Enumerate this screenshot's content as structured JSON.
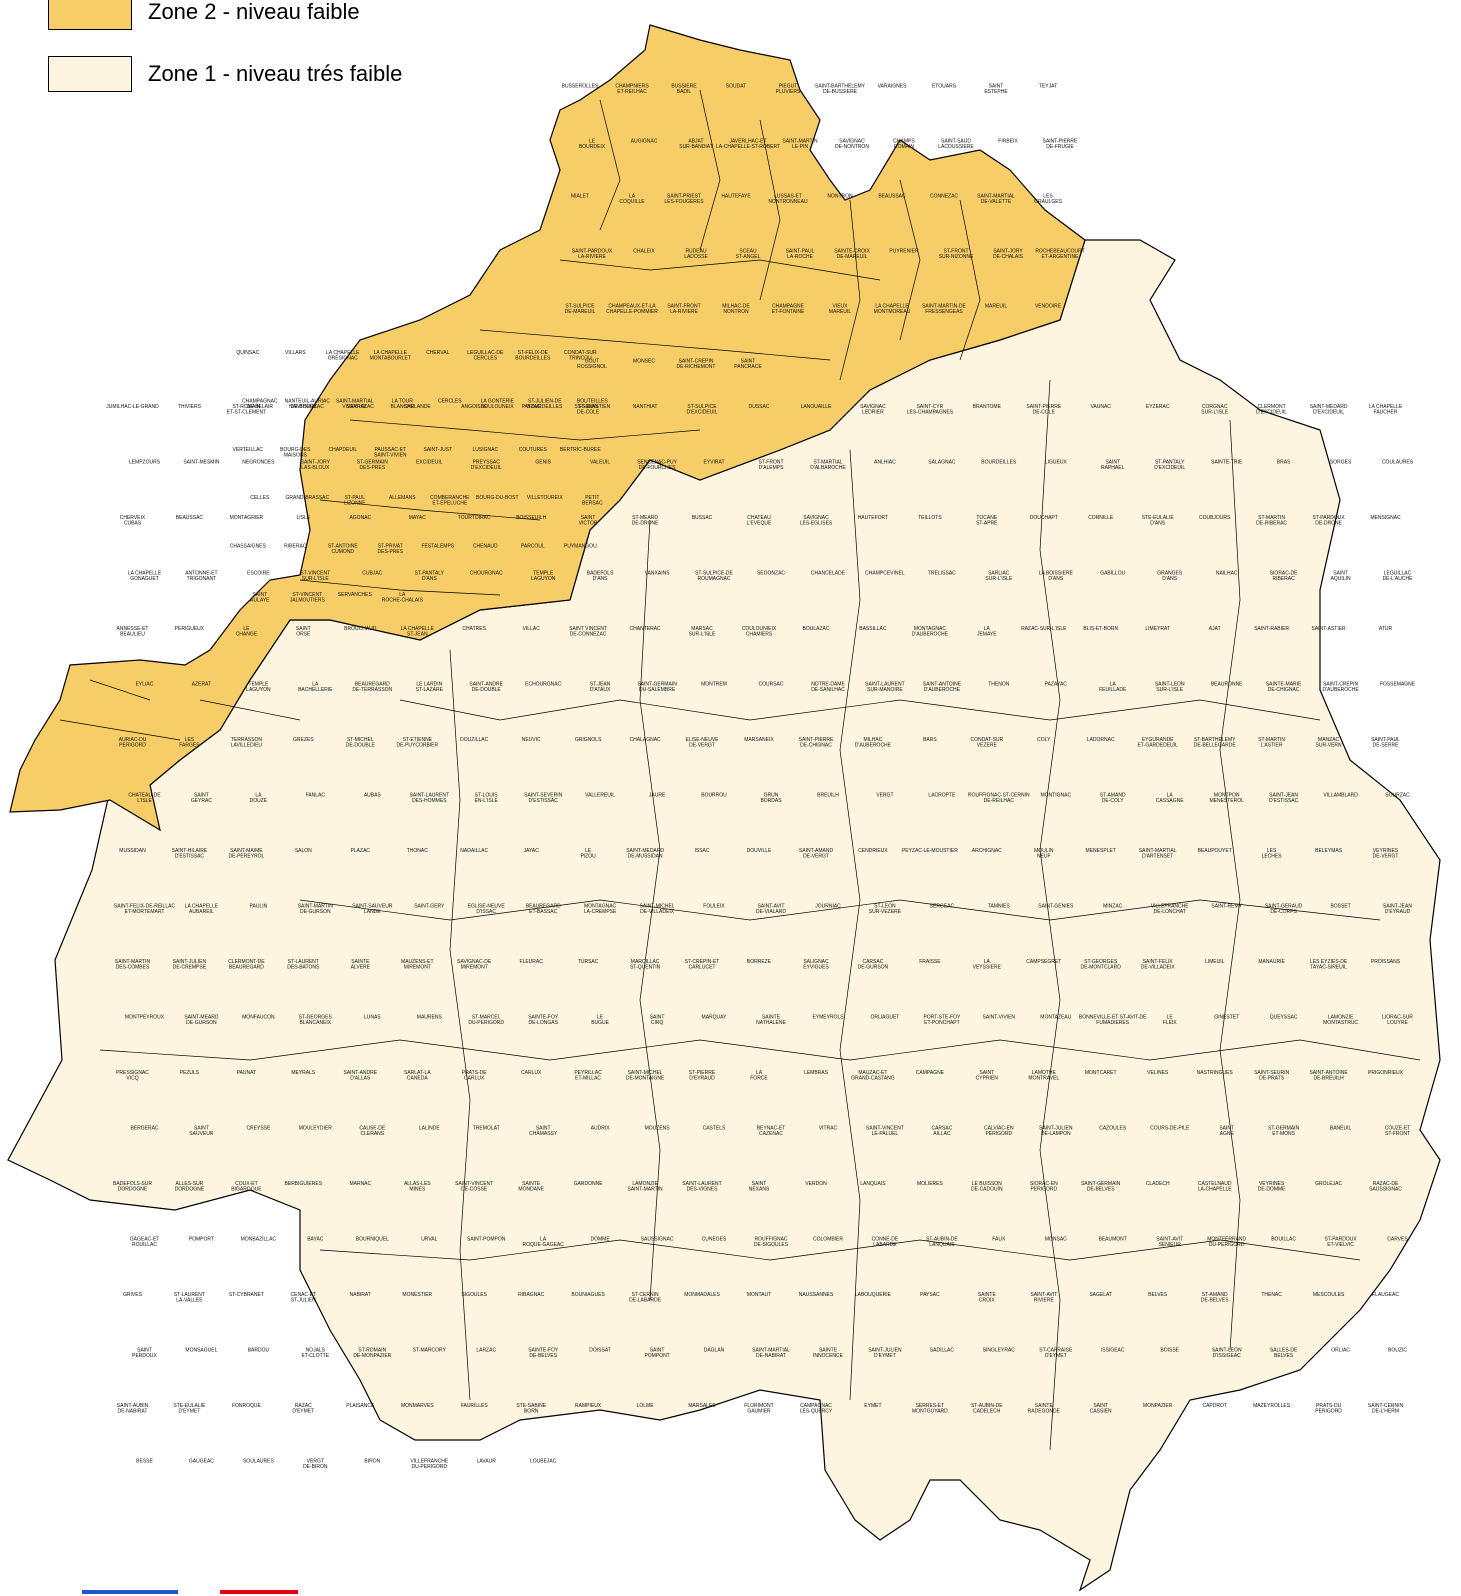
{
  "legend": {
    "items": [
      {
        "label": "Zone 2 - niveau faible",
        "color": "#f7cd67"
      },
      {
        "label": "Zone 1 - niveau trés faible",
        "color": "#fdf5df"
      }
    ]
  },
  "colors": {
    "zone2": "#f7cd67",
    "zone1": "#fdf5df",
    "border": "#000000",
    "flag_blue": "#1f57c7",
    "flag_red": "#e1000f"
  },
  "map": {
    "zone2_communes": [
      "BUSSEROLLES",
      "CHAMPNIERS ET-REILHAC",
      "BUSSIERE BADIL",
      "SOUDAT",
      "PIEGUT PLUVIERS",
      "SAINT-BARTHELEMY DE-BUSSIERE",
      "VARAIGNES",
      "ETOUARS",
      "SAINT ESTEPHE",
      "TEYJAT",
      "LE BOURDEIX",
      "AUGIGNAC",
      "ABJAT SUR-BANDIAT",
      "JAVERLHAC-ET LA-CHAPELLE-ST-ROBERT",
      "SAINT-MARTIN LE-PIN",
      "SAVIGNAC DE-NONTRON",
      "CHAMPS ROMAIN",
      "SAINT-SAUD LACOUSSIERE",
      "FIRBEIX",
      "SAINT-PIERRE DE-FRUGIE",
      "MIALET",
      "LA COQUILLE",
      "SAINT-PRIEST LES-FOUGERES",
      "HAUTEFAYE",
      "LUSSAS-ET NONTRONNEAU",
      "NONTRON",
      "BEAUSSAC",
      "CONNEZAC",
      "SAINT-MARTIAL DE-VALETTE",
      "LES GRAULGES",
      "SAINT-PARDOUX LA-RIVIERE",
      "CHALEIX",
      "RUDEAU LADOSSE",
      "SCEAU ST-ANGEL",
      "SAINT-PAUL LA-ROCHE",
      "SAINTE-CROIX DE-MAREUIL",
      "PUYRENIER",
      "ST-FRONT SUR-NIZONNE",
      "SAINT-JORY DE-CHALAIS",
      "ROCHEBEAUCOURT ET-ARGENTINE",
      "ST-SULPICE DE-MAREUIL",
      "CHAMPEAUX-ET-LA CHAPELLE-POMMIER",
      "SAINT-FRONT LA-RIVIERE",
      "MILHAC-DE NONTRON",
      "CHAMPAGNE ET-FONTAINE",
      "VIEUX MAREUIL",
      "LA CHAPELLE MONTMOREAU",
      "SAINT-MARTIN-DE FRESSENGEAS",
      "MAREUIL",
      "VENDOIRE",
      "GOUT ROSSIGNOL",
      "MONSEC",
      "SAINT-CREPIN DE-RICHEMONT",
      "SAINT PANCRACE",
      "QUINSAC",
      "VILLARS",
      "LA CHAPELLE GRESIGNAC",
      "LA CHAPELLE MONTABOURLET",
      "CHERVAL",
      "LEGUILLAC-DE CERCLES",
      "ST-FELIX-DE BOURDEILLES",
      "CONDAT-SUR TRINCOU",
      "CHAMPAGNAC DE-BELAIR",
      "NANTEUIL-AURIAC DE-BOURZAC",
      "SAINT-MARTIAL VIVEYROL",
      "LA TOUR BLANCHE",
      "CERCLES",
      "LA GONTERIE BOULOUNEIX",
      "ST-JULIEN-DE BOURDEILLES",
      "BOUTEILLES ST-SEBASTIEN",
      "VERTEILLAC",
      "BOURG-DES MAISONS",
      "CHAPDEUIL",
      "PAUSSAC-ET SAINT-VIVIEN",
      "SAINT-JUST",
      "LUSIGNAC",
      "COUTURES",
      "BERTRIC-BUREE",
      "CELLES",
      "GRAND-BRASSAC",
      "ST-PAUL LIZONNE",
      "ALLEMANS",
      "COMBERANCHE ET-EPELUCHE",
      "BOURG-DU-BOST",
      "VILLETOUREIX",
      "PETIT BERSAC",
      "CHASSAIGNES",
      "RIBERAC",
      "ST-ANTOINE CUMOND",
      "ST-PRIVAT DES-PRES",
      "FESTALEMPS",
      "CHENAUD",
      "PARCOUL",
      "PUYMANGOU",
      "SAINT AULAYE",
      "ST-VINCENT JALMOUTIERS",
      "SERVANCHES",
      "LA ROCHE-CHALAIS"
    ],
    "zone1_communes": [
      "JUMILHAC-LE-GRAND",
      "THIVIERS",
      "ST-ROMAIN ET-ST-CLEMENT",
      "NANTHEUIL",
      "SARRAZAC",
      "SARLANDE",
      "ANGOISSE",
      "PAYZAC",
      "ST-JEAN DE-COLE",
      "NANTHIAT",
      "ST-SULPICE D'EXCIDEUIL",
      "DUSSAC",
      "LANOUAILLE",
      "SAVIGNAC LEDRIER",
      "SAINT-CYR LES-CHAMPAGNES",
      "BRANTOME",
      "SAINT-PIERRE DE-COLE",
      "VAUNAC",
      "EYZERAC",
      "CORGNAC SUR-L'ISLE",
      "CLERMONT D'EXCIDEUIL",
      "SAINT-MEDARD D'EXCIDEUIL",
      "LA CHAPELLE FAUCHER",
      "LEMPZOURS",
      "SAINT-MESMIN",
      "NEGRONDES",
      "SAINT-JORY LAS-BLOUX",
      "ST-GERMAIN DES-PRES",
      "EXCIDEUIL",
      "PREYSSAC D'EXCIDEUIL",
      "GENIS",
      "VALEUIL",
      "SENCENAC-PUY DE-FOURCHES",
      "EYVIRAT",
      "ST-FRONT D'ALEMPS",
      "ST-MARTIAL D'ALBAROCHE",
      "ANLHIAC",
      "SALAGNAC",
      "BOURDEILLES",
      "LIGUEUX",
      "SAINT RAPHAEL",
      "ST-PANTALY D'EXCIDEUIL",
      "SAINTE-TRIE",
      "BRAS",
      "SORGES",
      "COULAURES",
      "CHERVEIX CUBAS",
      "BEAUSSAC",
      "MONTAGRIER",
      "LISLE",
      "AGONAC",
      "MAYAC",
      "TOURTOIRAC",
      "BOISSEUILH",
      "SAINT VICTOR",
      "ST-MEARD DE-DRONE",
      "BUSSAC",
      "CHATEAU L'EVEQUE",
      "SAVIGNAC LES-EGLISES",
      "HAUTEFORT",
      "TEILLOTS",
      "TOCANE ST-APRE",
      "DOUCHAPT",
      "CORNILLE",
      "STE-EULALIE D'ANS",
      "COUBJOURS",
      "ST-MARTIN DE-RIBERAC",
      "ST-PARDOUX DE-DRONE",
      "MENSIGNAC",
      "LA CHAPELLE GONAGUET",
      "ANTONNE-ET TRIGONANT",
      "ESCOIRE",
      "ST-VINCENT SUR-L'ISLE",
      "CUBJAC",
      "ST-PANTALY D'ANS",
      "CHOURGNAC",
      "TEMPLE LAGUYON",
      "BADEFOLS D'ANS",
      "VANXAINS",
      "ST-SULPICE-DE ROUMAGNAC",
      "SEGONZAC",
      "CHANCELADE",
      "CHAMPCEVINEL",
      "TRELISSAC",
      "SARLIAC SUR-L'ISLE",
      "LA BOISSIERE D'ANS",
      "GABILLOU",
      "GRANGES D'ANS",
      "NAILHAC",
      "SIORAC-DE RIBERAC",
      "SAINT AQUILIN",
      "LEGUILLAC DE-L'AUCHE",
      "ANNESSE-ET BEAULIEU",
      "PERIGUEUX",
      "LE CHANGE",
      "SAINT ORSE",
      "BROUCHAUD",
      "LA CHAPELLE ST-JEAN",
      "CHATRES",
      "VILLAC",
      "SAINT VINCENT DE-CONNEZAC",
      "CHANTERAC",
      "MARSAC SUR-L'ISLE",
      "COULOUNIEIX CHAMIERS",
      "BOULAZAC",
      "BASSILLAC",
      "MONTAGNAC D'AUBEROCHE",
      "LA JEMAYE",
      "RAZAC-SUR-L'ISLE",
      "BLIS-ET-BORN",
      "LIMEYRAT",
      "AJAT",
      "SAINT-RABIER",
      "SAINT-ASTIER",
      "ATUR",
      "EYLIAC",
      "AZERAT",
      "TEMPLE LAGUYON",
      "LA BACHELLERIE",
      "BEAUREGARD DE-TERRASSON",
      "LE LARDIN ST-LAZARE",
      "SAINT-ANDRE DE-DOUBLE",
      "ECHOURGNAC",
      "ST-JEAN D'ATAUX",
      "SAINT-GERMAIN DU-SALEMBRE",
      "MONTREM",
      "COURSAC",
      "NOTRE-DAME DE-SANILHAC",
      "SAINT-LAURENT SUR-MANOIRE",
      "SAINT-ANTOINE D'AUBEROCHE",
      "THENON",
      "PAZAYAC",
      "LA FEUILLADE",
      "SAINT-LEON SUR-L'ISLE",
      "BEAURONNE",
      "SAINTE-MARIE DE-CHIGNAC",
      "SAINT-CREPIN D'AUBEROCHE",
      "FOSSEMAGNE",
      "AURIAC-DU PERIGORD",
      "LES FARGES",
      "TERRASSON LAVILLEDIEU",
      "GREZES",
      "ST-MICHEL DE-DOUBLE",
      "ST-ETIENNE DE-PUYCORBIER",
      "DOUZILLAC",
      "NEUVIC",
      "GRIGNOLS",
      "CHALAGNAC",
      "ELISE-NEUVE DE-VERGT",
      "MARSANEIX",
      "SAINT-PIERRE DE-CHIGNAC",
      "MILHAC D'AUBEROCHE",
      "BARS",
      "CONDAT-SUR VEZERE",
      "COLY",
      "LADORNAC",
      "EYGURANDE ET-GARDEDEUIL",
      "ST-BARTHELEMY DE-BELLEGARDE",
      "ST-MARTIN L'ASTIER",
      "MANZAC SUR-VERN",
      "SAINT-PAUL DE-SERRE",
      "CHATEAU-DE L'ISLE",
      "SAINT GEYRAC",
      "LA DOUZE",
      "FANLAC",
      "AUBAS",
      "SAINT-LAURENT DES-HOMMES",
      "ST-LOUIS EN-L'ISLE",
      "SAINT-SEVERIN D'ESTISSAC",
      "VALLEREUIL",
      "JAURE",
      "BOURROU",
      "GRUN BORDAS",
      "BREUILH",
      "VERGT",
      "LACROPTE",
      "ROUFFIGNAC-ST-CERNIN DE-REILHAC",
      "MONTIGNAC",
      "ST-AMAND DE-COLY",
      "LA CASSAGNE",
      "MONTPON MENESTEROL",
      "SAINT-JEAN D'ESTISSAC",
      "VILLAMBLARD",
      "SOURZAC",
      "MUSSIDAN",
      "SAINT-HILAIRE D'ESTISSAC",
      "SAINT-MAIME DE-PEREYROL",
      "SALON",
      "PLAZAC",
      "THONAC",
      "NADAILLAC",
      "JAYAC",
      "LE PIZOU",
      "SAINT-MEDARD DE-MUSSIDAN",
      "ISSAC",
      "DOUVILLE",
      "SAINT-AMAND DE-VERGT",
      "CENDRIEUX",
      "PEYZAC-LE-MOUSTIER",
      "ARCHIGNAC",
      "MOULIN NEUF",
      "MENESPLET",
      "SAINT-MARTIAL D'ARTENSET",
      "BEAUPOUYET",
      "LES LECHES",
      "BELEYMAS",
      "VEYRINES DE-VERGT",
      "SAINT-FELIX-DE-REILLAC ET-MORTEMART",
      "LA CHAPELLE AUBAREIL",
      "PAULIN",
      "SAINT-MARTIN DE-GURSON",
      "SAINT-SAUVEUR LANDE",
      "SAINT-GERY",
      "EGLISE-NEUVE D'ISSAC",
      "BEAUREGARD ET-BASSAC",
      "MONTAGNAC LA-CREMPSE",
      "SAINT-MICHEL DE-VILLADEIX",
      "FOULEIX",
      "SAINT-AVIT DE-VIALARD",
      "JOURNIAC",
      "ST-LEON SUR-VEZERE",
      "SERGEAC",
      "TAMNIES",
      "SAINT-GENIES",
      "MINZAC",
      "VILLEFRANCHE DE-LONCHAT",
      "SAINT-REMY",
      "SAINT-GERAUD DE-CORPS",
      "BOSSET",
      "SAINT-JEAN D'EYRAUD",
      "SAINT-MARTIN DES-COMBES",
      "SAINT-JULIEN DE-CREMPSE",
      "CLERMONT-DE BEAUREGARD",
      "ST-LAURENT DES-BATONS",
      "SAINTE ALVERE",
      "MAUZENS-ET MIREMONT",
      "SAVIGNAC-DE MIREMONT",
      "FLEURAC",
      "TURSAC",
      "MARCILLAC ST-QUENTIN",
      "ST-CREPIN-ET CARLUCET",
      "BORREZE",
      "SALIGNAC EYVIGUES",
      "CARSAC DE-GURSON",
      "FRAISSE",
      "LA VEYSSIERE",
      "CAMPSEGRET",
      "ST-GEORGES DE-MONTCLARD",
      "SAINT-FELIX DE-VILLADEIX",
      "LIMEUIL",
      "MANAURIE",
      "LES EYZIES-DE TAYAC-SIREUIL",
      "PROISSANS",
      "MONTPEYROUX",
      "SAINT-MEARD DE-GURSON",
      "MONFAUCON",
      "ST-GEORGES BLANCANEIX",
      "LUNAS",
      "MAURENS",
      "ST-MARCEL DU-PERIGORD",
      "SAINTE-FOY DE-LONGAS",
      "LE BUGUE",
      "SAINT CIRQ",
      "MARQUAY",
      "SAINTE NATHALENE",
      "EYMEYROLS",
      "ORLIAGUET",
      "PORT-STE-FOY ET-PONCHAPT",
      "SAINT-VIVIEN",
      "MONTAZEAU",
      "BONNEVILLE-ET ST-AVIT-DE FUMADIERES",
      "LE FLEIX",
      "GINESTET",
      "QUEYSSAC",
      "LAMONZIE MONTASTRUC",
      "LIORAC-SUR LOUYRE",
      "PRESSIGNAC VICQ",
      "PEZULS",
      "PAUNAT",
      "MEYRALS",
      "SAINT-ANDRE D'ALLAS",
      "SARLAT-LA CANEDA",
      "PRATS-DE CARLUX",
      "CARLUX",
      "PEYRILLAC ET-MILLAC",
      "SAINT-MICHEL DE-MONTAIGNE",
      "ST-PIERRE D'EYRAUD",
      "LA FORCE",
      "LEMBRAS",
      "MAUZAC-ET GRAND-CASTANG",
      "CAMPAGNE",
      "SAINT CYPRIEN",
      "LAMOTHE MONTRAVEL",
      "MONTCARET",
      "VELINES",
      "NASTRINGUES",
      "SAINT-SEURIN DE-PRATS",
      "SAINT-ANTOINE DE-BREUILH",
      "PRIGONRIEUX",
      "BERGERAC",
      "SAINT SAUVEUR",
      "CREYSSE",
      "MOULEYDIER",
      "CAUSE-DE CLERANS",
      "LALINDE",
      "TREMOLAT",
      "SAINT CHAMASSY",
      "AUDRIX",
      "MOUZENS",
      "CASTELS",
      "BEYNAC-ET CAZENAC",
      "VITRAC",
      "SAINT-VINCENT LE-PALUEL",
      "CARSAC AILLAC",
      "CALVIAC-EN PERIGORD",
      "SAINT-JULIEN DE-LAMPON",
      "CAZOULES",
      "COURS-DE-PILE",
      "SAINT AGNE",
      "ST-GERMAIN ET-MONS",
      "BANEUIL",
      "COUZE-ET ST-FRONT",
      "BADEFOLS-SUR DORDOGNE",
      "ALLES-SUR DORDOGNE",
      "COUX-ET BIGAROQUE",
      "BERBIGUIERES",
      "MARNAC",
      "ALLAS-LES MINES",
      "SAINT-VINCENT DE-COSSE",
      "SAINTE MONDANE",
      "GARDONNE",
      "LAMONZIE SAINT-MARTIN",
      "SAINT-LAURENT DES-VIGNES",
      "SAINT NEXANS",
      "VERDON",
      "LANQUAIS",
      "MOLIERES",
      "LE BUISSON DE-CADOUIN",
      "SIORAC-EN PERIGORD",
      "SAINT-GERMAIN DE-BELVES",
      "CLADECH",
      "CASTELNAUD LA-CHAPELLE",
      "VEYRINES DE-DOMME",
      "GROLEJAC",
      "RAZAC-DE SAUSSIGNAC",
      "GAGEAC-ET ROUILLAC",
      "POMPORT",
      "MONBAZILLAC",
      "BAYAC",
      "BOURNIQUEL",
      "URVAL",
      "SAINT-POMPON",
      "LA ROQUE-GAGEAC",
      "DOMME",
      "SAUSSIGNAC",
      "CUNEGES",
      "ROUFFIGNAC DE-SIGOULES",
      "COLOMBIER",
      "CONNE-DE LABARDE",
      "ST-AUBIN-DE LANQUAIS",
      "FAUX",
      "MONSAC",
      "BEAUMONT",
      "SAINT-AVIT SENIEUR",
      "MONTFERRAND DU-PERIGORD",
      "BOUILLAC",
      "ST-PARDOUX ET-VIELVIC",
      "CARVES",
      "GRIVES",
      "ST-LAURENT LA-VALLEE",
      "ST-CYBRANET",
      "CENAC-ET ST-JULIEN",
      "NABIRAT",
      "MONESTIER",
      "SIGOULES",
      "RIBAGNAC",
      "BOUNIAGUES",
      "ST-CERNIN DE-LABARDE",
      "MONMADALES",
      "MONTAUT",
      "NAUSSANNES",
      "LABOUQUERIE",
      "PAYSAC",
      "SAINTE CROIX",
      "SAINT-AVIT RIVIERE",
      "SAGELAT",
      "BELVES",
      "ST-AMAND DE-BELVES",
      "THENAC",
      "MESCOULES",
      "FLAUGEAC",
      "SAINT PERDOUX",
      "MONSAGUEL",
      "BARDOU",
      "NOJALS ET-CLOTTE",
      "ST-ROMAIN DE-MONPAZIER",
      "ST-MARCORY",
      "LARZAC",
      "SAINTE-FOY DE-BELVES",
      "DOISSAT",
      "SAINT POMPONT",
      "DAGLAN",
      "SAINT-MARTIAL DE-NABIRAT",
      "SAINTE INNOCENCE",
      "SAINT-JULIEN D'EYMET",
      "SADILLAC",
      "SINGLEYRAC",
      "ST-CAPRAISE D'EYMET",
      "ISSIGEAC",
      "BOISSE",
      "SAINT-LEON D'ISSIGEAC",
      "SALLES-DE BELVES",
      "ORLIAC",
      "BOUZIC",
      "SAINT-AUBIN DE-NABIRAT",
      "STE-EULALIE D'EYMET",
      "FONROQUE",
      "RAZAC D'EYMET",
      "PLAISANCE",
      "MONMARVES",
      "FAURILLES",
      "STE-SABINE BORN",
      "RAMPIEUX",
      "LOLME",
      "MARSALES",
      "FLORIMONT GAUMIER",
      "CAMPAGNAC LES-QUERCY",
      "EYMET",
      "SERRES-ET MONTGUYARD",
      "ST-AUBIN-DE CADELECH",
      "SAINTE RADEGONDE",
      "SAINT CASSIEN",
      "MONPAZIER",
      "CAPDROT",
      "MAZEYROLLES",
      "PRATS-DU PERIGORD",
      "SAINT-CERNIN DE-L'HERM",
      "BESSE",
      "GAUGEAC",
      "SOULAURES",
      "VERGT DE-BIRON",
      "BIRON",
      "VILLEFRANCHE DU-PERIGORD",
      "LAVAUR",
      "LOUBEJAC"
    ]
  }
}
